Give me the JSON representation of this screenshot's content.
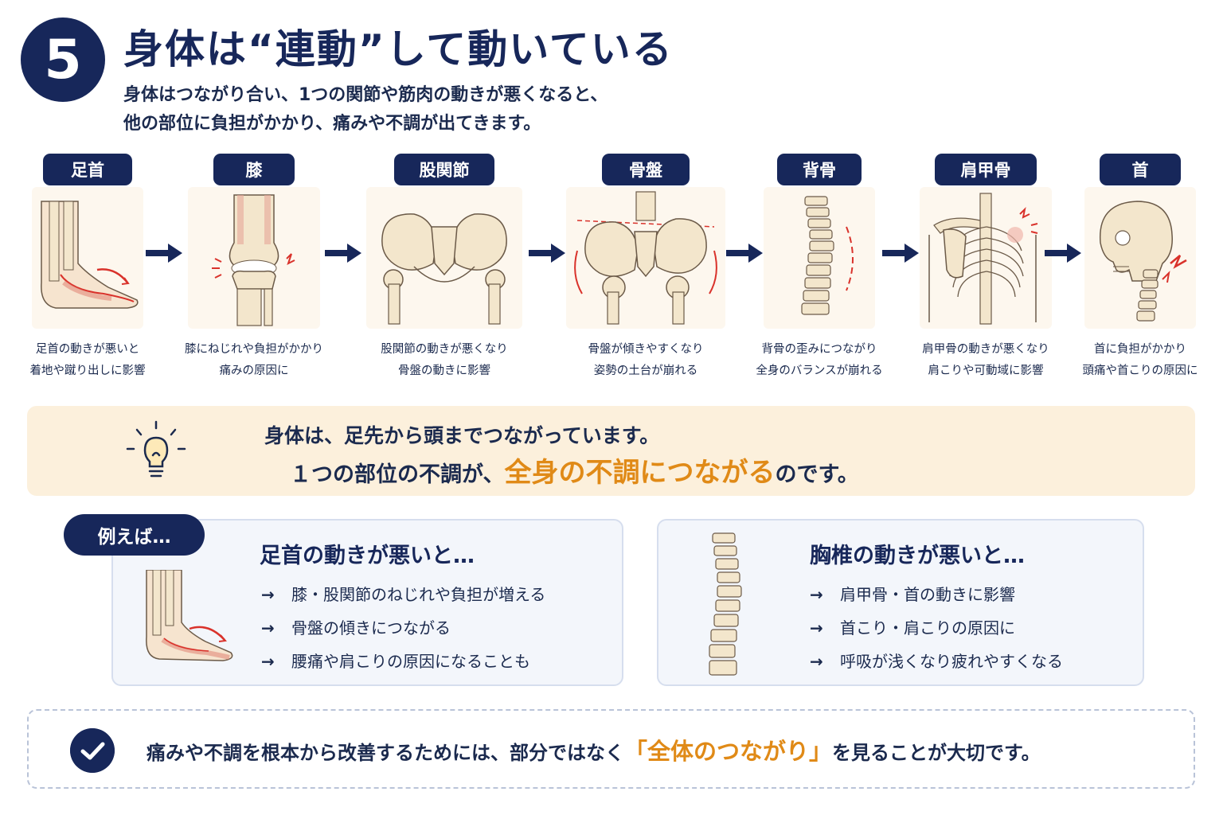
{
  "header": {
    "number": "5",
    "title": "身体は“連動”して動いている",
    "subtitle_line1": "身体はつながり合い、1つの関節や筋肉の動きが悪くなると、",
    "subtitle_line2": "他の部位に負担がかかり、痛みや不調が出てきます。"
  },
  "chain": [
    {
      "label": "足首",
      "desc1": "足首の動きが悪いと",
      "desc2": "着地や蹴り出しに影響",
      "icon": "ankle-icon"
    },
    {
      "label": "膝",
      "desc1": "膝にねじれや負担がかかり",
      "desc2": "痛みの原因に",
      "icon": "knee-icon"
    },
    {
      "label": "股関節",
      "desc1": "股関節の動きが悪くなり",
      "desc2": "骨盤の動きに影響",
      "icon": "hip-icon"
    },
    {
      "label": "骨盤",
      "desc1": "骨盤が傾きやすくなり",
      "desc2": "姿勢の土台が崩れる",
      "icon": "pelvis-icon"
    },
    {
      "label": "背骨",
      "desc1": "背骨の歪みにつながり",
      "desc2": "全身のバランスが崩れる",
      "icon": "spine-icon"
    },
    {
      "label": "肩甲骨",
      "desc1": "肩甲骨の動きが悪くなり",
      "desc2": "肩こりや可動域に影響",
      "icon": "shoulder-blade-icon"
    },
    {
      "label": "首",
      "desc1": "首に負担がかかり",
      "desc2": "頭痛や首こりの原因に",
      "icon": "neck-icon"
    }
  ],
  "banner": {
    "line1": "身体は、足先から頭までつながっています。",
    "line2_pre": "１つの部位の不調が、",
    "line2_highlight": "全身の不調につながる",
    "line2_post": "のです。",
    "icon": "lightbulb-icon"
  },
  "examples": {
    "tag": "例えば…",
    "left": {
      "title": "足首の動きが悪いと…",
      "items": [
        "膝・股関節のねじれや負担が増える",
        "骨盤の傾きにつながる",
        "腰痛や肩こりの原因になることも"
      ]
    },
    "right": {
      "title": "胸椎の動きが悪いと…",
      "items": [
        "肩甲骨・首の動きに影響",
        "首こり・肩こりの原因に",
        "呼吸が浅くなり疲れやすくなる"
      ]
    },
    "arrow": "→"
  },
  "footer": {
    "pre": "痛みや不調を根本から改善するためには、部分ではなく",
    "highlight": "「全体のつながり」",
    "post": "を見ることが大切です。",
    "icon": "check-icon"
  },
  "colors": {
    "navy": "#17275a",
    "accent": "#e08a17",
    "bone": "#f3e6cc",
    "red": "#d9322b"
  }
}
